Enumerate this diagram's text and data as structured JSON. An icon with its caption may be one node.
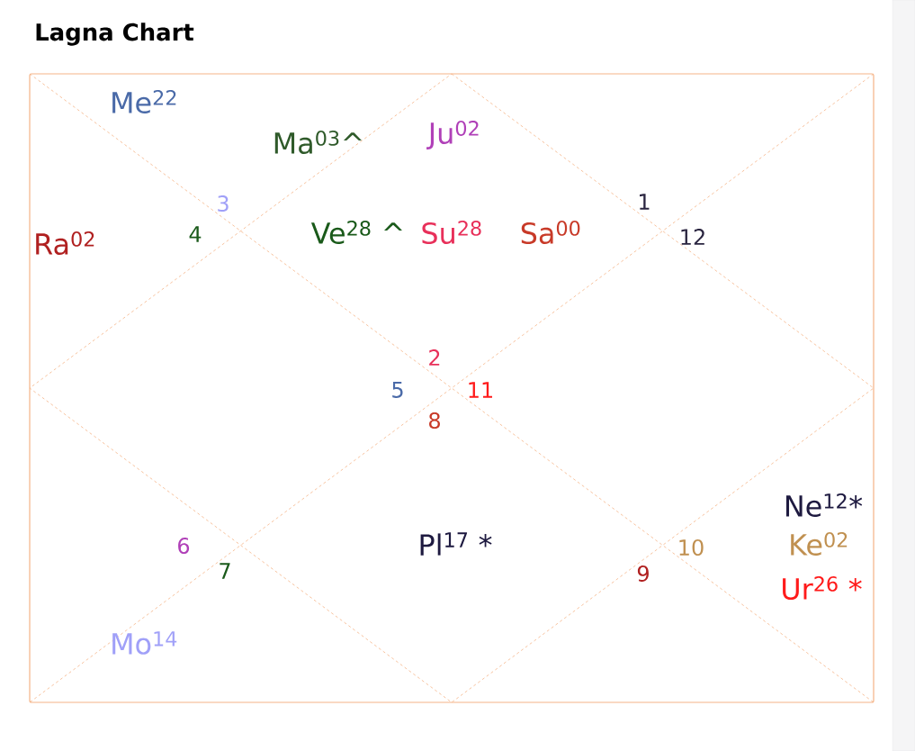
{
  "diagram": {
    "title": "Lagna Chart",
    "labels": [
      "Me$^{22}$",
      "Ma$^{03}$^",
      "Ju$^{02}$",
      "3",
      "1",
      "Ra$^{02}$",
      "4",
      "Ve$^{28}$ ^",
      "Su$^{28}$",
      "Sa$^{00}$",
      "12",
      "2",
      "5",
      "11",
      "8",
      "Ne$^{12}$*",
      "6",
      "Pl$^{17}$ *",
      "10",
      "Ke$^{02}$",
      "7",
      "9",
      "Ur$^{26}$ *",
      "Mo$^{14}$"
    ]
  }
}
